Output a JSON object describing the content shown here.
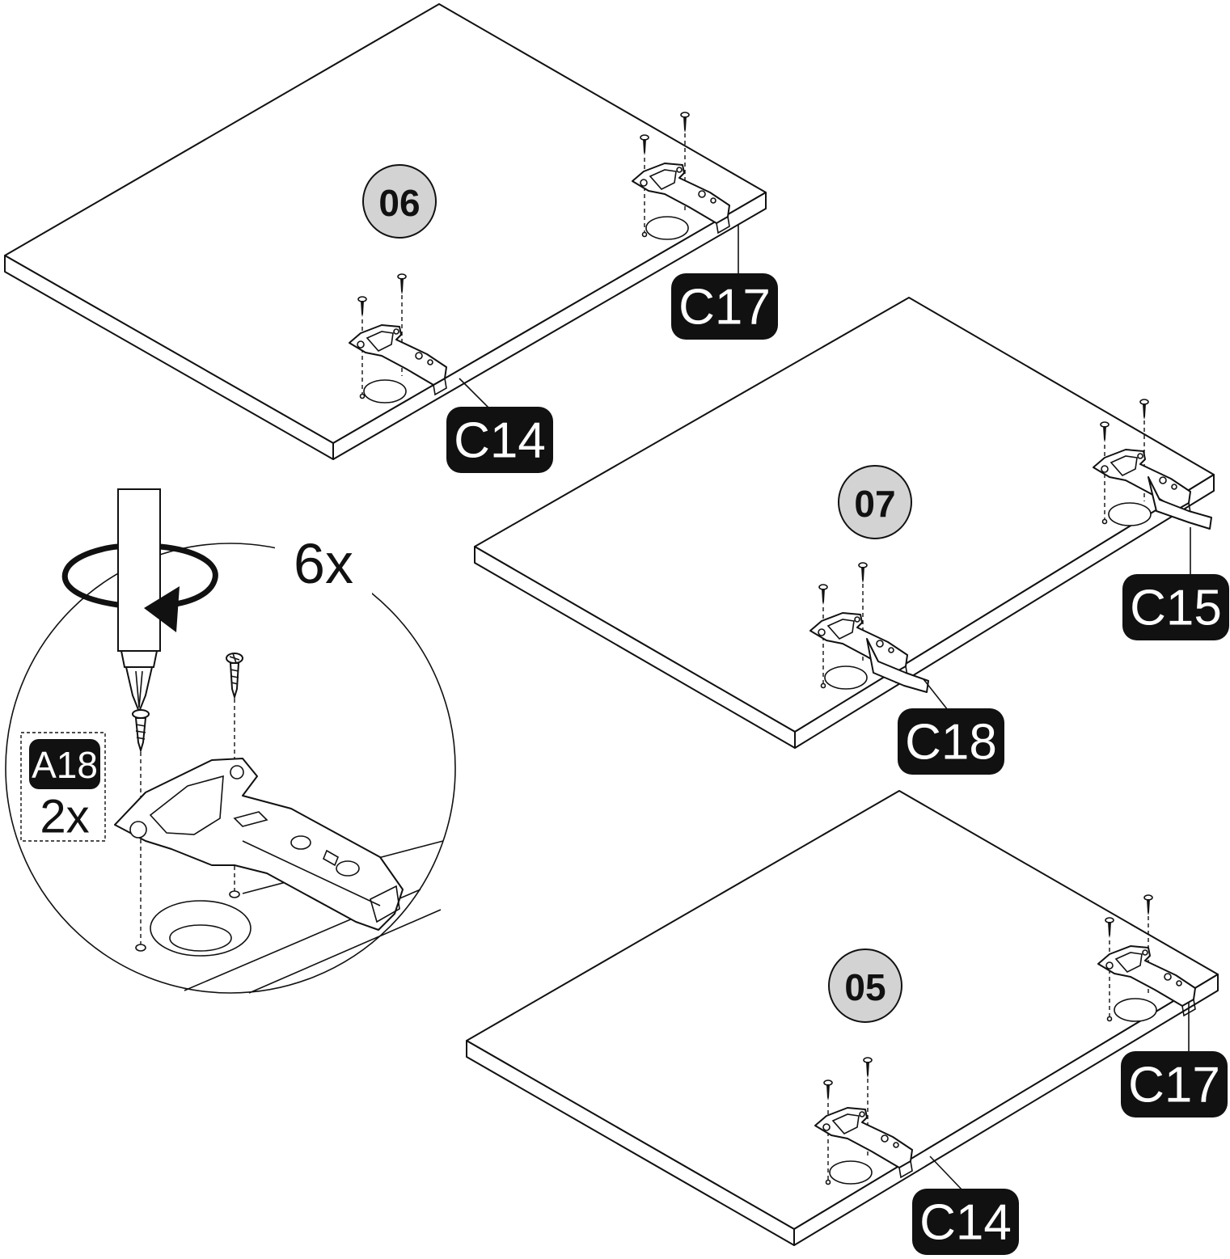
{
  "steps": [
    {
      "number": "06",
      "hinges": [
        "C17",
        "C14"
      ]
    },
    {
      "number": "07",
      "hinges": [
        "C15",
        "C18"
      ]
    },
    {
      "number": "05",
      "hinges": [
        "C17",
        "C14"
      ]
    }
  ],
  "detail": {
    "total_count": "6x",
    "screw_code": "A18",
    "screw_count": "2x"
  }
}
